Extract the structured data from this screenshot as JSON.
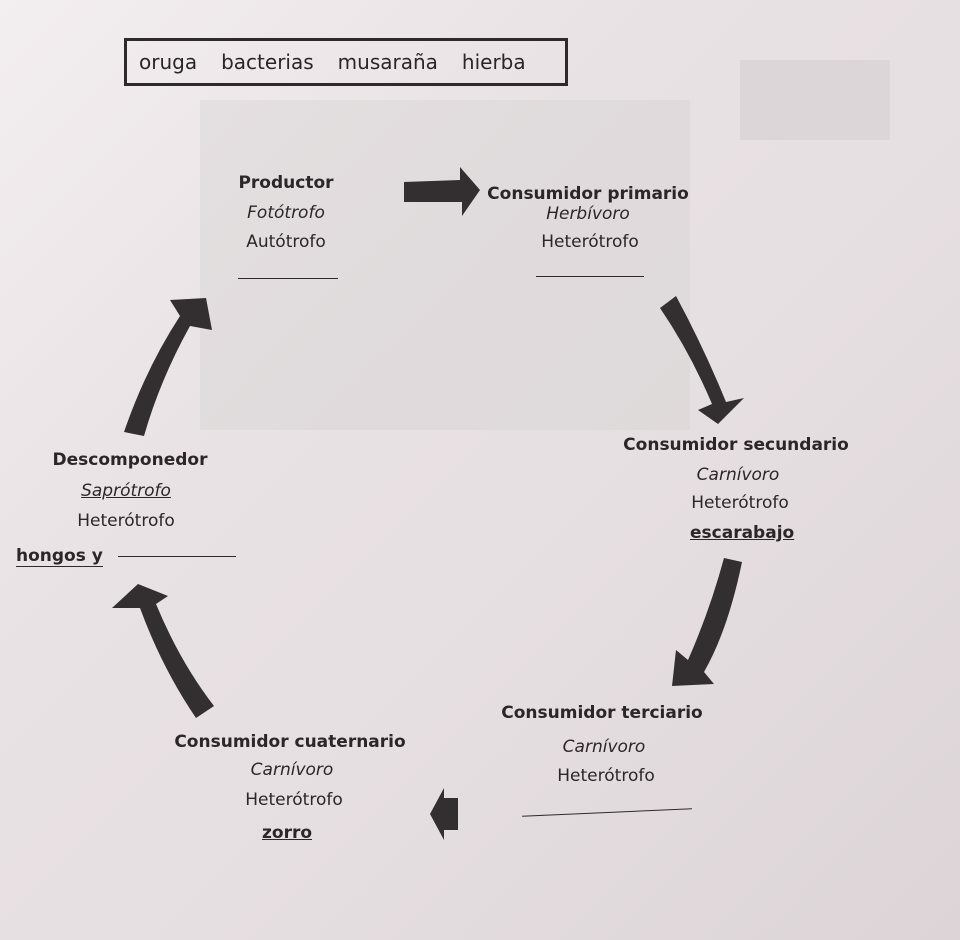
{
  "word_bank": [
    "oruga",
    "bacterias",
    "musaraña",
    "hierba"
  ],
  "nodes": {
    "productor": {
      "title": "Productor",
      "type": "Fotótrofo",
      "nutrition": "Autótrofo"
    },
    "primario": {
      "title": "Consumidor primario",
      "type": "Herbívoro",
      "nutrition": "Heterótrofo"
    },
    "secundario": {
      "title": "Consumidor secundario",
      "type": "Carnívoro",
      "nutrition": "Heterótrofo",
      "answer": "escarabajo"
    },
    "terciario": {
      "title": "Consumidor  terciario",
      "type": "Carnívoro",
      "nutrition": "Heterótrofo"
    },
    "cuaternario": {
      "title": "Consumidor cuaternario",
      "type": "Carnívoro",
      "nutrition": "Heterótrofo",
      "answer": "zorro"
    },
    "descomponedor": {
      "title": "Descomponedor",
      "type": "Saprótrofo",
      "nutrition": "Heterótrofo",
      "answer": "hongos y"
    }
  },
  "colors": {
    "ink": "#2b2627",
    "arrow": "#332e2f",
    "paper": "#ebe4e6"
  }
}
